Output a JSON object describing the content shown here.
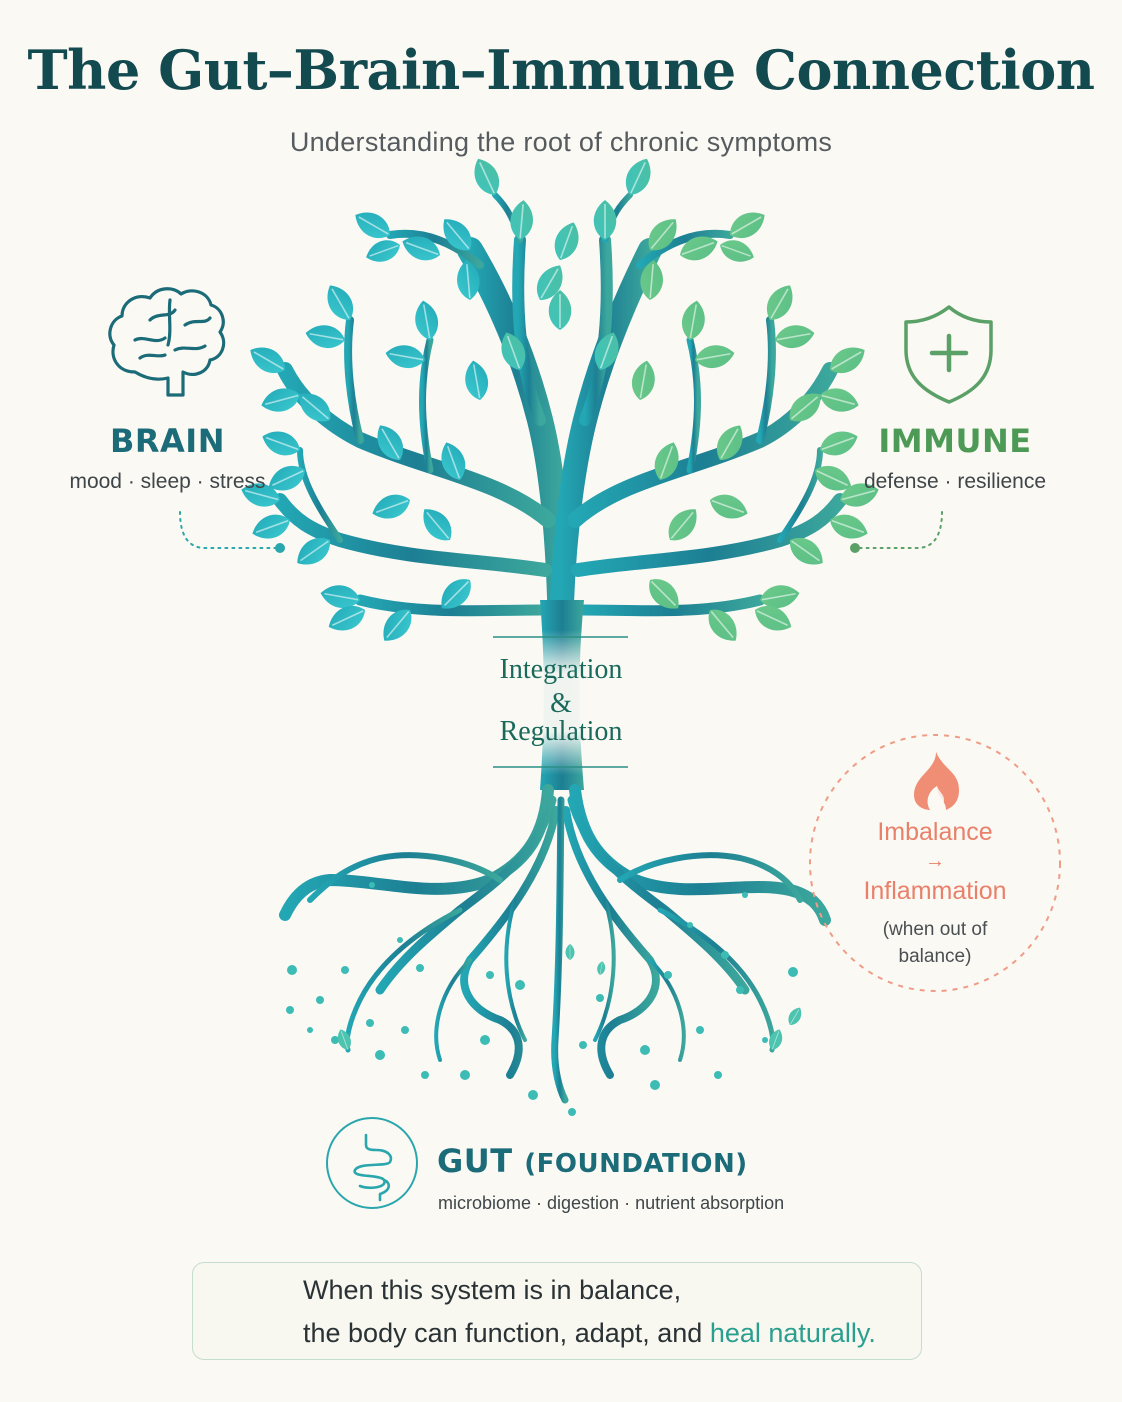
{
  "header": {
    "title": "The Gut–Brain–Immune Connection",
    "subtitle": "Understanding the root of chronic symptoms"
  },
  "brain": {
    "title": "BRAIN",
    "subtitle": "mood · sleep · stress",
    "icon": "brain-icon"
  },
  "immune": {
    "title": "IMMUNE",
    "subtitle": "defense · resilience",
    "icon": "shield-plus-icon"
  },
  "integration": {
    "line1": "Integration",
    "line2": "&",
    "line3": "Regulation"
  },
  "inflammation": {
    "line1": "Imbalance",
    "arrow": "→",
    "line2": "Inflammation",
    "note_line1": "(when out of",
    "note_line2": "balance)",
    "icon": "flame-icon"
  },
  "gut": {
    "title": "GUT",
    "title_suffix": "(FOUNDATION)",
    "subtitle": "microbiome · digestion · nutrient absorption",
    "icon": "intestine-icon"
  },
  "footer": {
    "line1": "When this system is in balance,",
    "line2_prefix": "the body can function, adapt, and ",
    "line2_highlight": "heal naturally.",
    "icon": "leaf-icon"
  },
  "colors": {
    "teal": "#2bb8c0",
    "deep_teal": "#1f7f92",
    "green": "#6fc27a",
    "title": "#124a50",
    "inflammation": "#e8806a",
    "highlight": "#2a9f8f"
  }
}
